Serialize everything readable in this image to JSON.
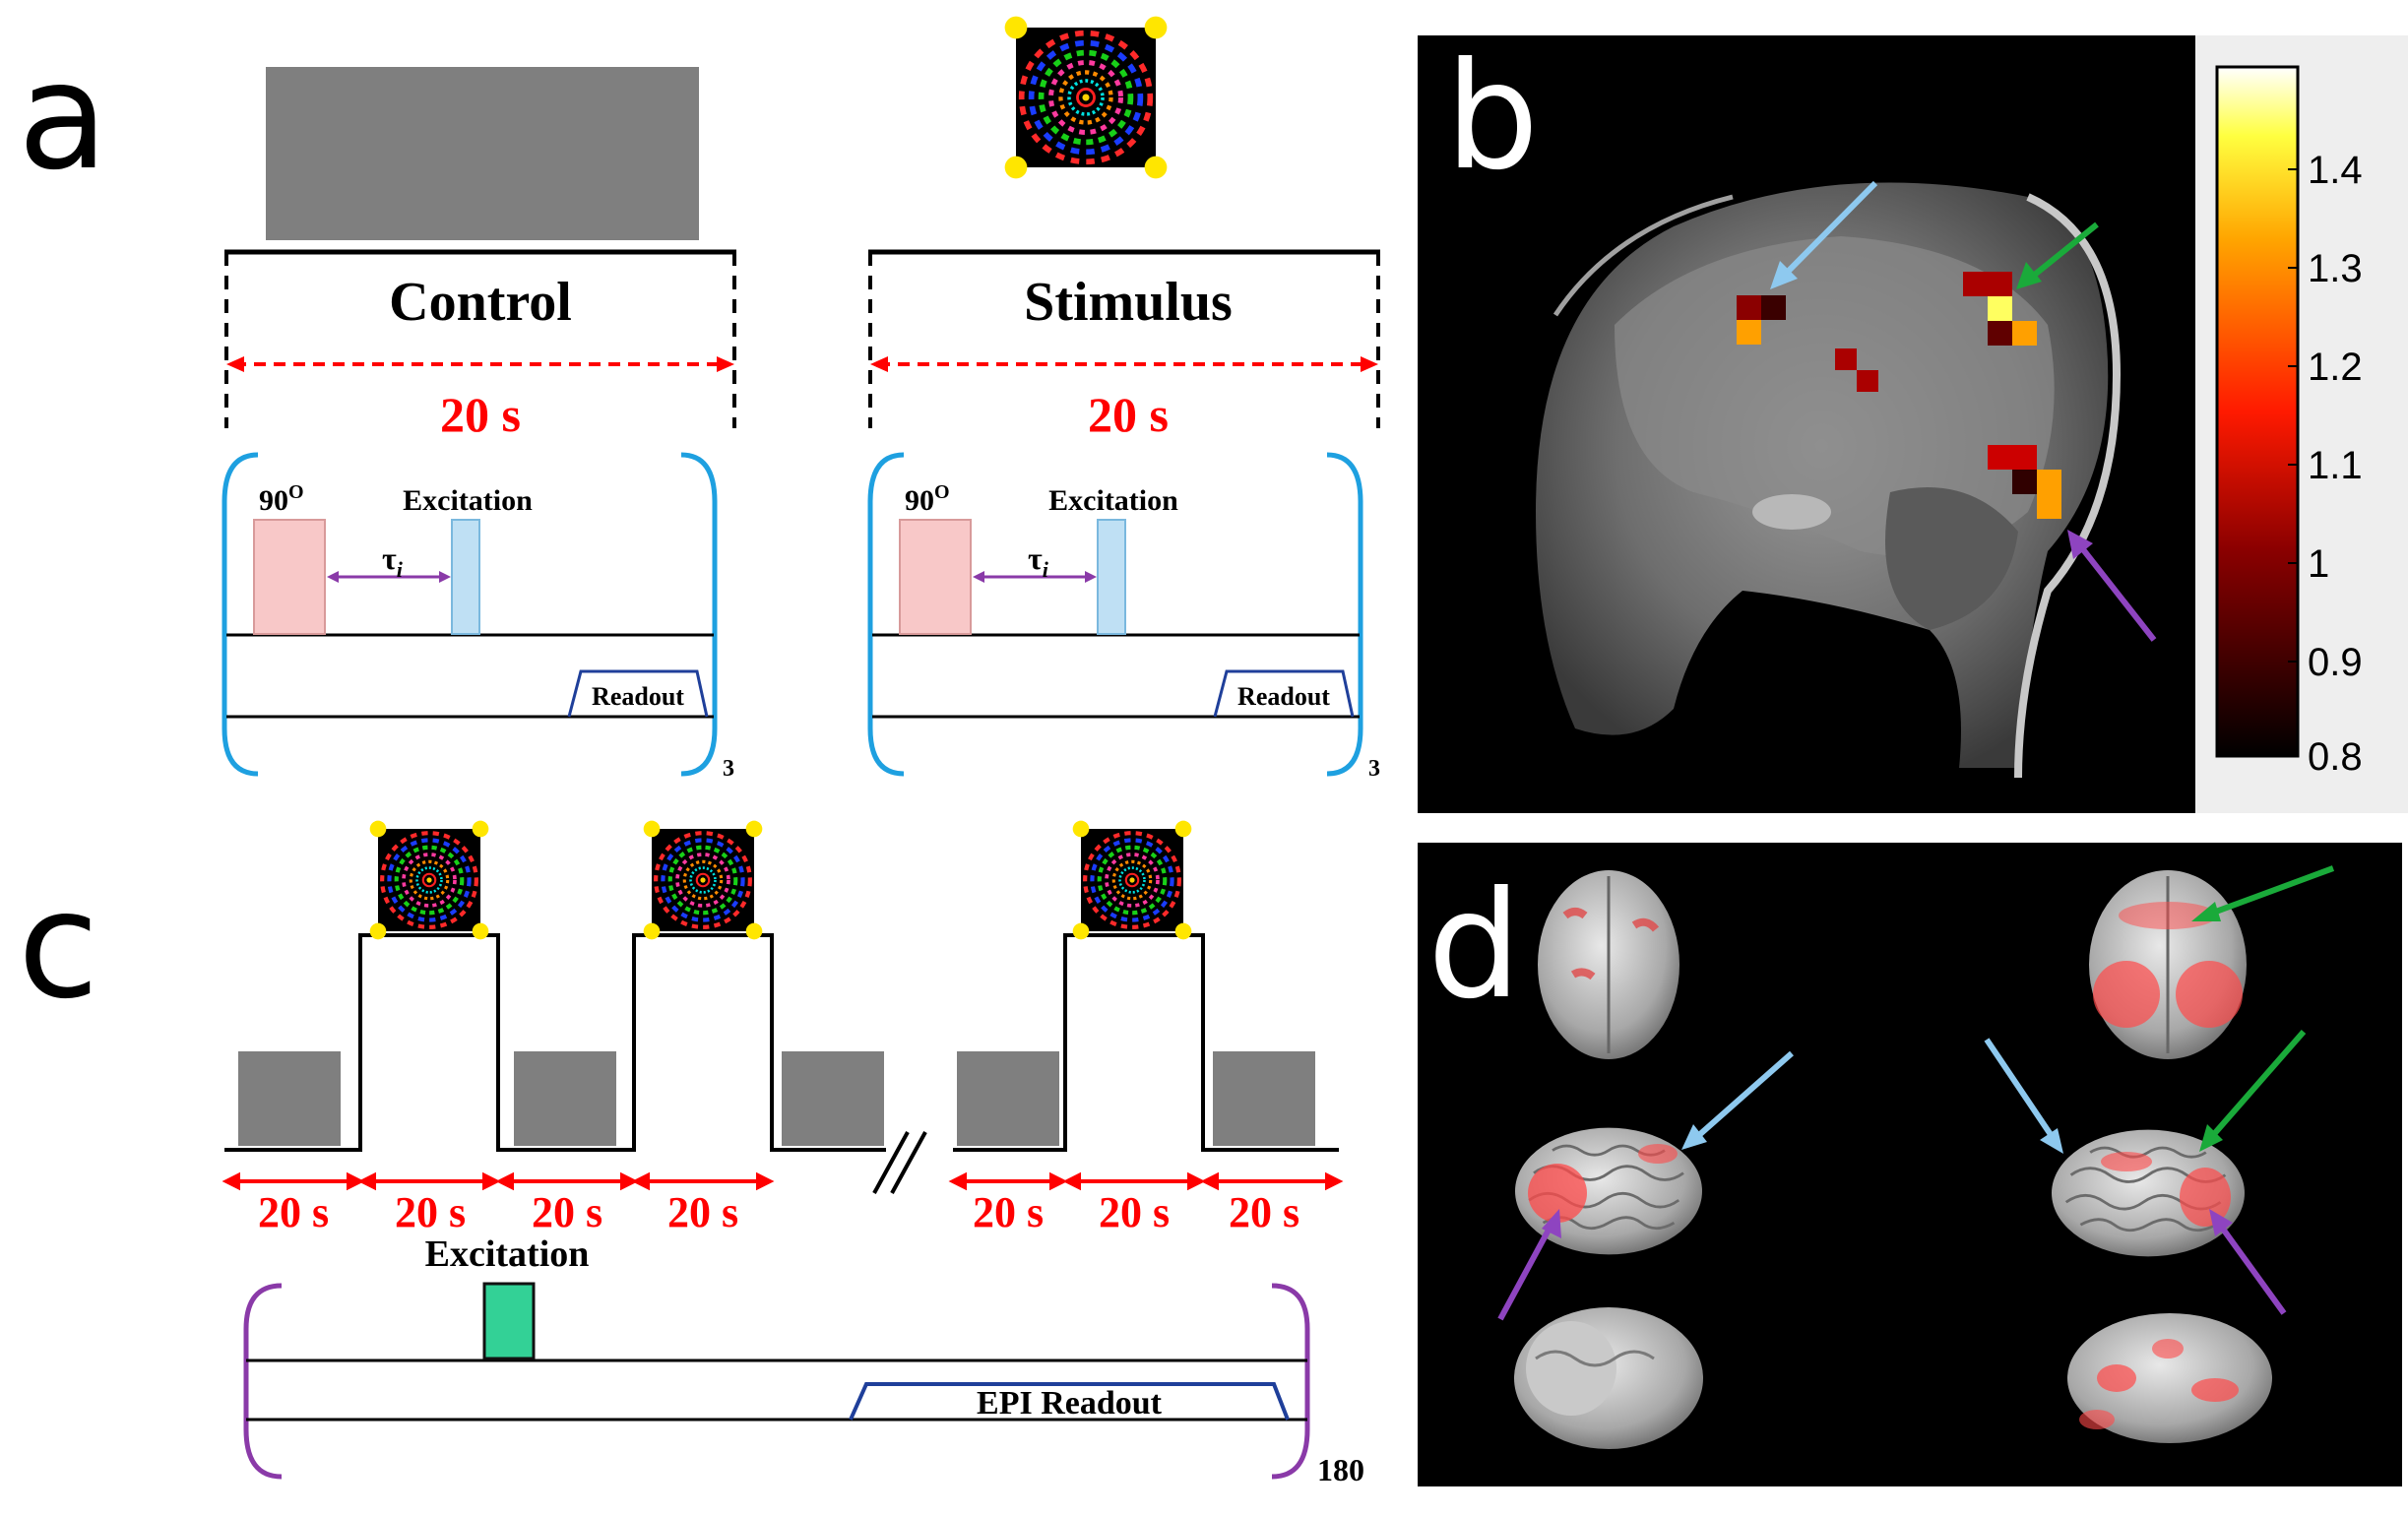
{
  "panels": {
    "a": "a",
    "b": "b",
    "c": "c",
    "d": "d"
  },
  "panel_a": {
    "control_label": "Control",
    "stimulus_label": "Stimulus",
    "duration": "20 s",
    "pulse_label": "90",
    "pulse_superscript": "O",
    "excitation_label": "Excitation",
    "tau_symbol": "τ",
    "tau_subscript": "i",
    "readout_label": "Readout",
    "repeat_count": "3"
  },
  "panel_b": {
    "colorbar_ticks": [
      "1.4",
      "1.3",
      "1.2",
      "1.1",
      "1",
      "0.9",
      "0.8"
    ]
  },
  "panel_c": {
    "durations": [
      "20 s",
      "20 s",
      "20 s",
      "20 s",
      "20 s",
      "20 s",
      "20 s"
    ],
    "excitation_label": "Excitation",
    "epi_readout_label": "EPI Readout",
    "repeat_count": "180"
  },
  "colors": {
    "red": "#ff0000",
    "blue_bracket": "#1ea0e0",
    "purple_bracket": "#8a3aa8",
    "gray_block": "#7f7f7f",
    "light_blue_arrow": "#8ec9ef",
    "green_arrow": "#1aaa3a",
    "purple_arrow": "#8e44c0"
  },
  "icons": [
    "radial-checkerboard-stimulus-icon",
    "brain-render-icon",
    "mri-sagittal-slice"
  ]
}
